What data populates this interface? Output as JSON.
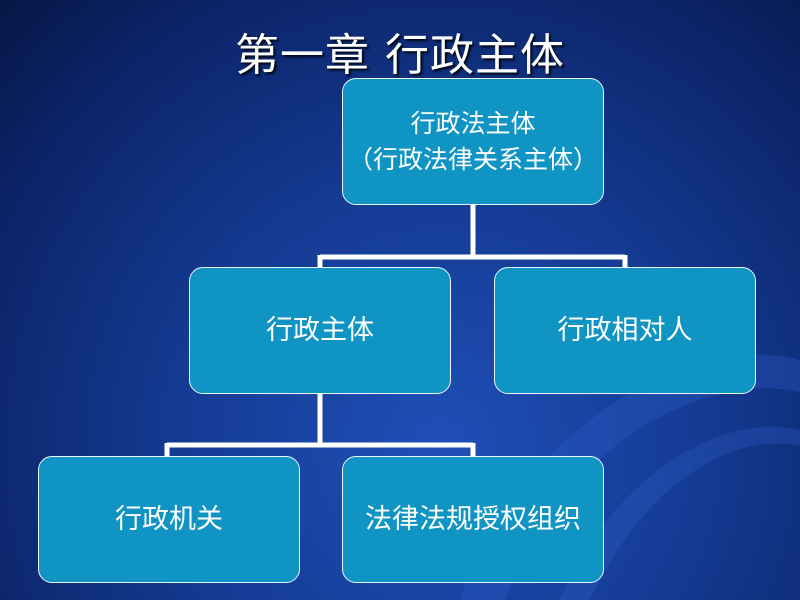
{
  "slide": {
    "title": "第一章 行政主体"
  },
  "diagram": {
    "root": {
      "line1": "行政法主体",
      "line2": "（行政法律关系主体）"
    },
    "level2": {
      "left": "行政主体",
      "right": "行政相对人"
    },
    "level3": {
      "left": "行政机关",
      "right": "法律法规授权组织"
    }
  },
  "colors": {
    "background": "#153c95",
    "node_fill": "#0f94c4",
    "node_border": "#e9f6fb",
    "connector": "#ffffff",
    "text": "#ffffff"
  }
}
